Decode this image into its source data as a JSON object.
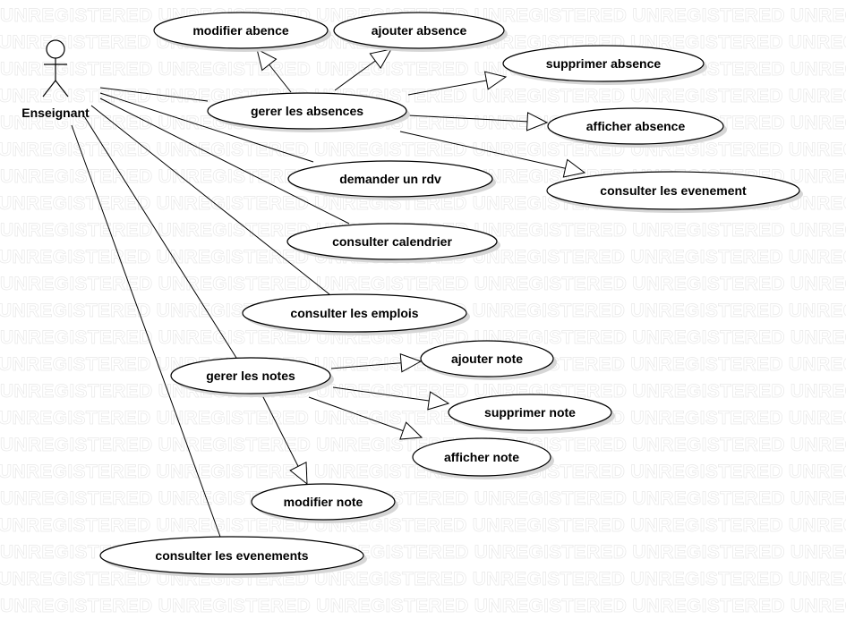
{
  "watermark": "UNREGISTERED",
  "actor": {
    "id": "enseignant",
    "label": "Enseignant"
  },
  "use_cases": [
    {
      "id": "modifier-abence",
      "label": "modifier abence"
    },
    {
      "id": "ajouter-absence",
      "label": "ajouter absence"
    },
    {
      "id": "supprimer-absence",
      "label": "supprimer absence"
    },
    {
      "id": "gerer-absences",
      "label": "gerer les absences"
    },
    {
      "id": "afficher-absence",
      "label": "afficher absence"
    },
    {
      "id": "demander-rdv",
      "label": "demander un rdv"
    },
    {
      "id": "consulter-evenement",
      "label": "consulter les evenement"
    },
    {
      "id": "consulter-calendrier",
      "label": "consulter calendrier"
    },
    {
      "id": "consulter-emplois",
      "label": "consulter les emplois"
    },
    {
      "id": "ajouter-note",
      "label": "ajouter note"
    },
    {
      "id": "gerer-notes",
      "label": "gerer les notes"
    },
    {
      "id": "supprimer-note",
      "label": "supprimer note"
    },
    {
      "id": "afficher-note",
      "label": "afficher note"
    },
    {
      "id": "modifier-note",
      "label": "modifier note"
    },
    {
      "id": "consulter-evenements",
      "label": "consulter les evenements"
    }
  ],
  "associations": [
    {
      "from": "enseignant",
      "to": "gerer-absences"
    },
    {
      "from": "enseignant",
      "to": "demander-rdv"
    },
    {
      "from": "enseignant",
      "to": "consulter-calendrier"
    },
    {
      "from": "enseignant",
      "to": "consulter-emplois"
    },
    {
      "from": "enseignant",
      "to": "gerer-notes"
    },
    {
      "from": "enseignant",
      "to": "consulter-evenements"
    }
  ],
  "generalizations": [
    {
      "from": "gerer-absences",
      "to": "modifier-abence"
    },
    {
      "from": "gerer-absences",
      "to": "ajouter-absence"
    },
    {
      "from": "gerer-absences",
      "to": "supprimer-absence"
    },
    {
      "from": "gerer-absences",
      "to": "afficher-absence"
    },
    {
      "from": "gerer-absences",
      "to": "consulter-evenement"
    },
    {
      "from": "gerer-notes",
      "to": "ajouter-note"
    },
    {
      "from": "gerer-notes",
      "to": "supprimer-note"
    },
    {
      "from": "gerer-notes",
      "to": "afficher-note"
    },
    {
      "from": "gerer-notes",
      "to": "modifier-note"
    }
  ]
}
